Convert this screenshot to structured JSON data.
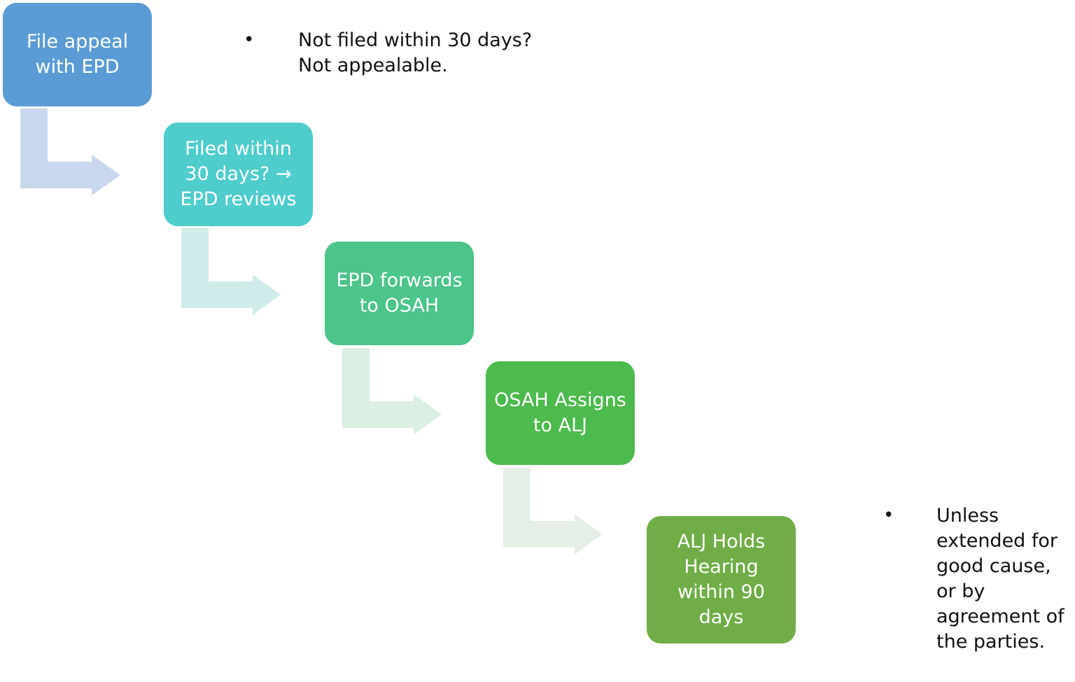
{
  "diagram": {
    "steps": [
      {
        "label": "File appeal with EPD",
        "color": "#5b9bd5"
      },
      {
        "label": "Filed within 30 days? → EPD reviews",
        "color": "#4fcccc"
      },
      {
        "label": "EPD forwards to OSAH",
        "color": "#4cc48a"
      },
      {
        "label": "OSAH Assigns to ALJ",
        "color": "#4cba4c"
      },
      {
        "label": "ALJ Holds Hearing within 90 days",
        "color": "#70ad47"
      }
    ],
    "arrow_colors": [
      "#c9d7ee",
      "#d0ecea",
      "#dcefe3",
      "#e6efe6"
    ],
    "notes": [
      {
        "bullet": "•",
        "text": "Not filed within 30 days?\nNot appealable."
      },
      {
        "bullet": "•",
        "text": "Unless\nextended for\ngood cause,\nor by\nagreement of\nthe parties."
      }
    ]
  }
}
